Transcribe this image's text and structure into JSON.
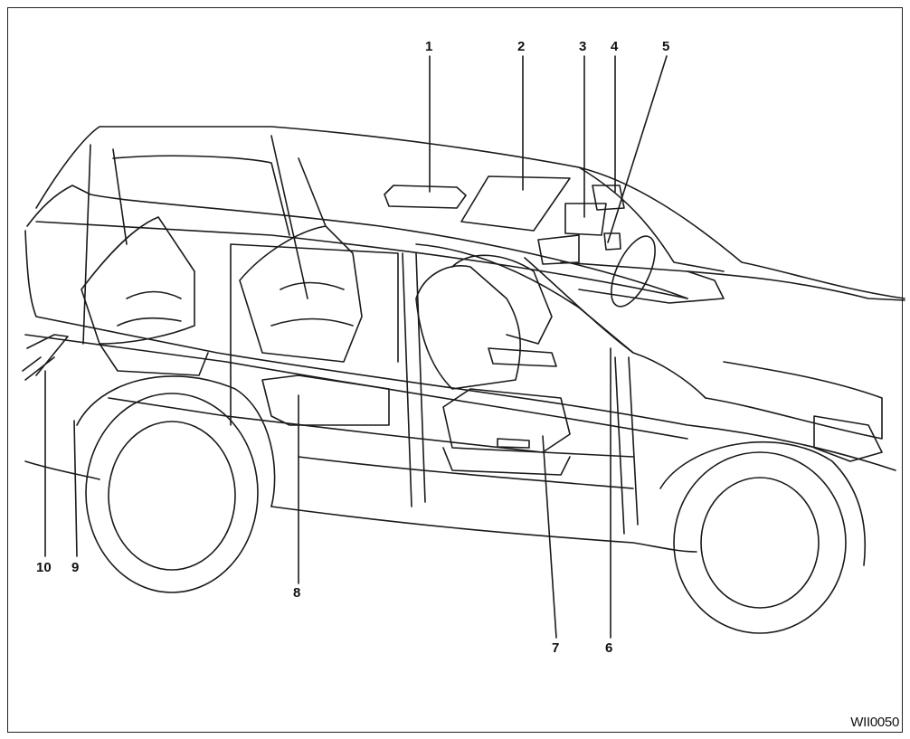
{
  "diagram": {
    "figure_id": "WII0050",
    "callouts": [
      {
        "label": "1"
      },
      {
        "label": "2"
      },
      {
        "label": "3"
      },
      {
        "label": "4"
      },
      {
        "label": "5"
      },
      {
        "label": "6"
      },
      {
        "label": "7"
      },
      {
        "label": "8"
      },
      {
        "label": "9"
      },
      {
        "label": "10"
      }
    ],
    "colors": {
      "line": "#1a1a1a",
      "background": "#ffffff"
    }
  }
}
